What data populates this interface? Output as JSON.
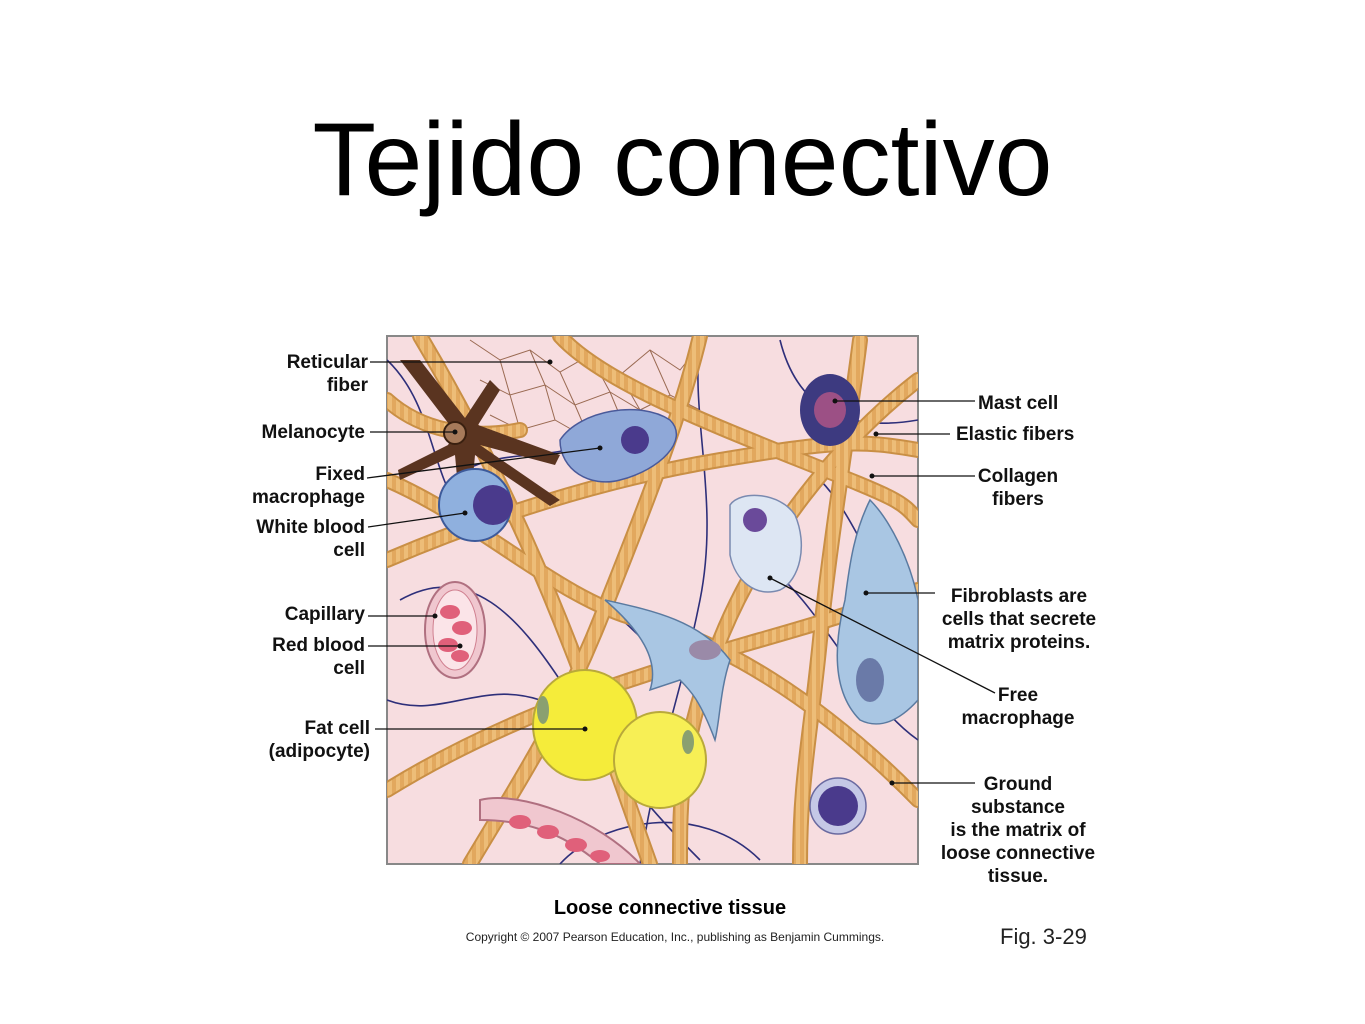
{
  "title": "Tejido conectivo",
  "colors": {
    "ground_substance": "#f7dde0",
    "collagen": "#e9b46c",
    "elastic": "#2e2f7a",
    "adipocyte": "#f5ec3a",
    "nucleus": "#4a3a8c",
    "melanocyte": "#5a3420",
    "fibroblast": "#a9c6e3",
    "red_blood_cell": "#e0607a"
  },
  "labels": {
    "reticular_fiber": [
      "Reticular",
      "fiber"
    ],
    "melanocyte": [
      "Melanocyte"
    ],
    "fixed_macrophage": [
      "Fixed",
      "macrophage"
    ],
    "white_blood_cell": [
      "White blood",
      "cell"
    ],
    "capillary": [
      "Capillary"
    ],
    "red_blood_cell": [
      "Red blood",
      "cell"
    ],
    "fat_cell": [
      "Fat cell",
      "(adipocyte)"
    ],
    "mast_cell": [
      "Mast cell"
    ],
    "elastic_fibers": [
      "Elastic fibers"
    ],
    "collagen_fibers": [
      "Collagen",
      "fibers"
    ],
    "fibroblasts_bold": "Fibroblasts",
    "fibroblasts_rest": [
      " are",
      "cells that secrete",
      "matrix proteins."
    ],
    "free_macrophage": [
      "Free",
      "macrophage"
    ],
    "ground_substance_bold": [
      "Ground",
      "substance"
    ],
    "ground_substance_rest": [
      "is the matrix of",
      "loose connective",
      "tissue."
    ]
  },
  "caption": "Loose connective tissue",
  "copyright": "Copyright © 2007 Pearson Education, Inc., publishing as Benjamin Cummings.",
  "figure_number": "Fig. 3-29"
}
